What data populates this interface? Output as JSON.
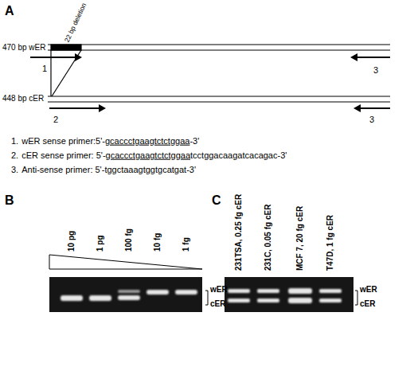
{
  "diagram": {
    "labels": [
      "A",
      "22 bp deletion",
      "470 bp wER",
      "1",
      "3",
      "448 bp cER",
      "2",
      "3",
      "1.",
      "wER sense primer:5'-",
      "gcaccctgaagtctctggaa",
      "-3'",
      "2.",
      "cER sense primer: 5'-",
      "gcaccctgaagtctctggaa",
      "tcctggacaagatcacagac-3'",
      "3.",
      "Anti-sense primer: 5'-tggctaaagtggtgcatgat-3'",
      "B",
      "10 pg",
      "1 pg",
      "100 fg",
      "10 fg",
      "1 fg",
      "wER",
      "cER",
      "C",
      "231TSA, 0.25 fg cER",
      "231C, 0.05 fg cER",
      "MCF 7, 20 fg cER",
      "T47D, 1 fg cER",
      "wER",
      "cER"
    ]
  }
}
